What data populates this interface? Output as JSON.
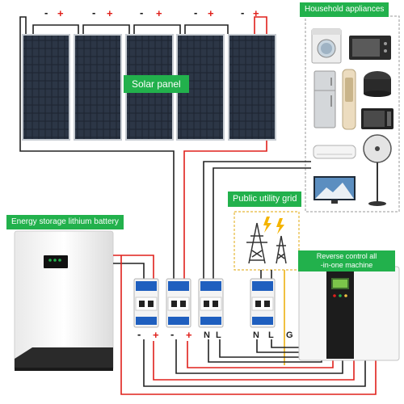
{
  "labels": {
    "solar_panel": "Solar panel",
    "household_appliances": "Household appliances",
    "public_utility_grid": "Public utility grid",
    "battery": "Energy storage lithium battery",
    "machine_line1": "Reverse control all",
    "machine_line2": "-in-one machine"
  },
  "panel_polarity": [
    {
      "neg": "-",
      "pos": "+"
    },
    {
      "neg": "-",
      "pos": "+"
    },
    {
      "neg": "-",
      "pos": "+"
    },
    {
      "neg": "-",
      "pos": "+"
    },
    {
      "neg": "-",
      "pos": "+"
    }
  ],
  "breaker_terminals": [
    {
      "left": "-",
      "right": "+"
    },
    {
      "left": "-",
      "right": "+"
    },
    {
      "left": "N",
      "right": "L"
    },
    {
      "left": "N",
      "right": "L"
    }
  ],
  "ground_terminal": "G",
  "colors": {
    "accent_green": "#22b14c",
    "positive_red": "#e0201b",
    "grid_yellow": "#f0c040",
    "breaker_blue": "#1f5fbf"
  }
}
